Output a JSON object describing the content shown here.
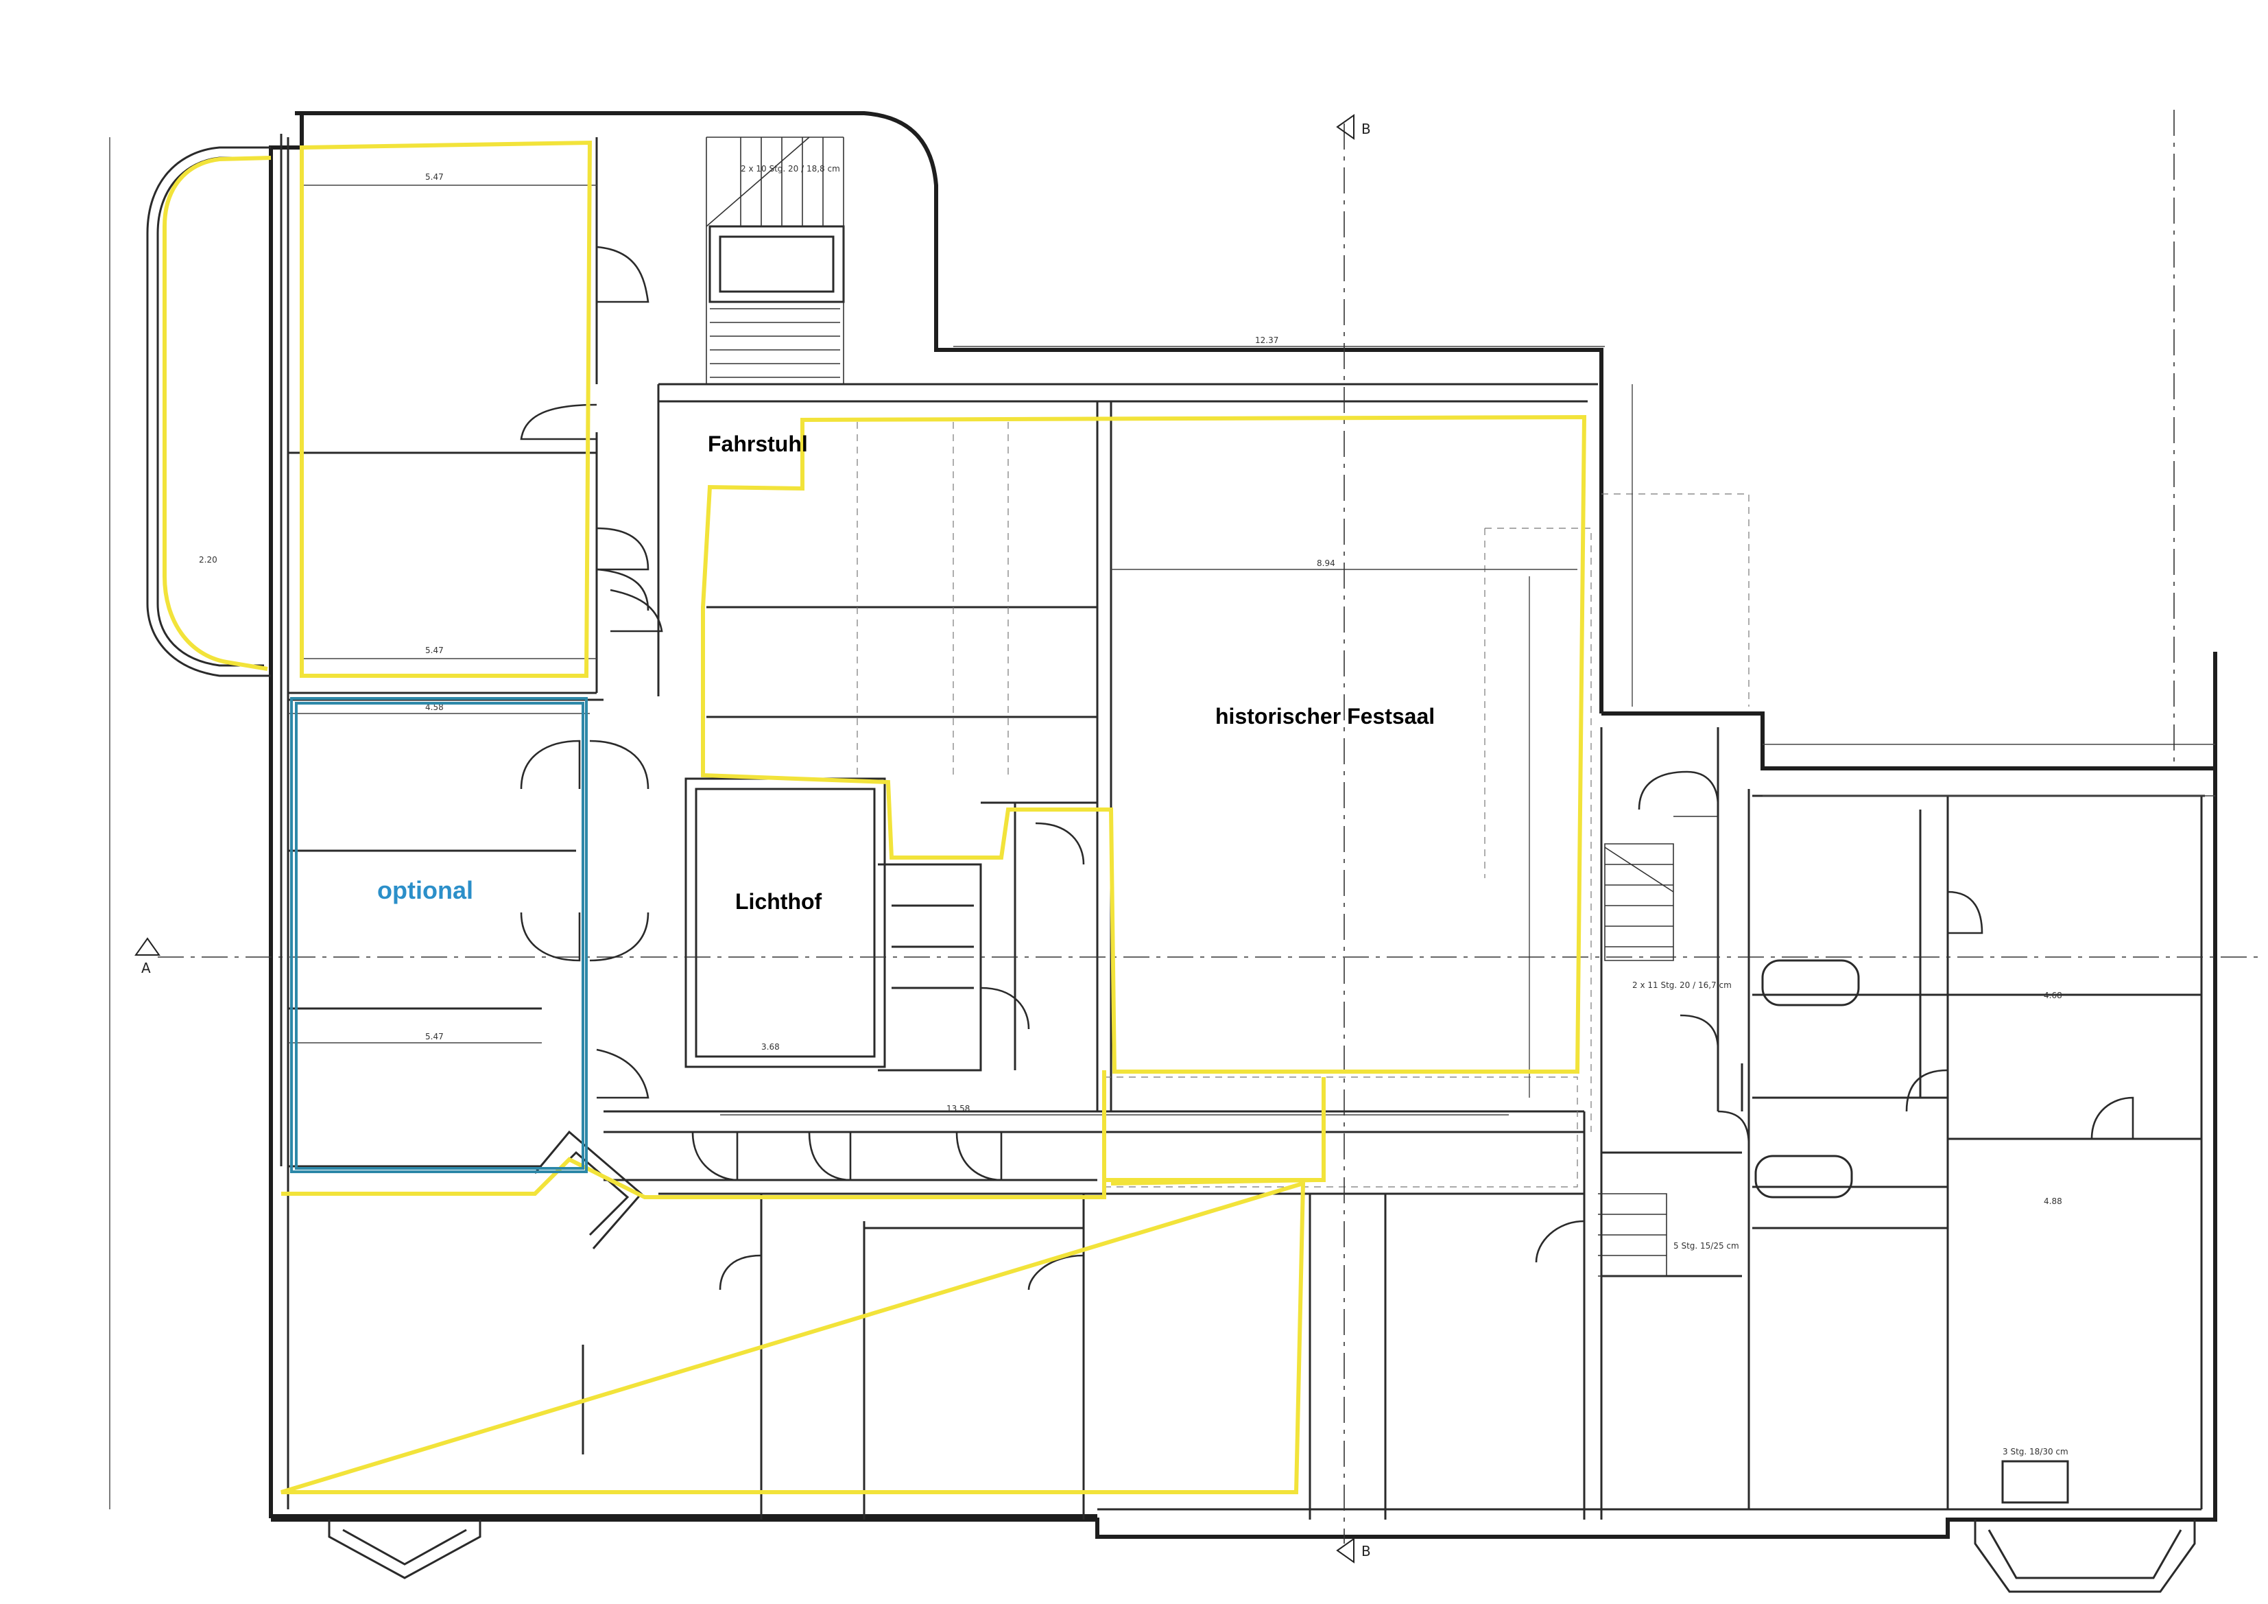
{
  "rooms": {
    "fahrstuhl": "Fahrstuhl",
    "lichthof": "Lichthof",
    "festsaal": "historischer Festsaal",
    "optional": "optional"
  },
  "section_marks": {
    "a_left": "A",
    "b_top": "B",
    "b_bottom": "B"
  },
  "dimensions": {
    "top_left_room_width": "5.47",
    "top_left_room_width_bottom": "5.47",
    "left_column_width": "2.20",
    "optional_room_width": "4.58",
    "optional_room_width_bottom": "5.47",
    "festsaal_length": "8.94",
    "festsaal_width": "12.37",
    "corridor_length": "13.58",
    "lichthof_width": "3.68",
    "east_room_width": "4.68",
    "east_room_width_2": "4.88",
    "stair_note_1": "2 x 11 Stg. 20 / 16,7 cm",
    "stair_note_2": "3 Stg. 18/30 cm",
    "stair_note_3": "5 Stg. 15/25 cm",
    "top_stair_note": "2 x 10 Stg. 20 / 18,8 cm"
  },
  "colors": {
    "highlight": "#f2e33a",
    "optional": "#2d88a8",
    "optional_text": "#2b8fc9",
    "wall": "#1e1e1e"
  }
}
